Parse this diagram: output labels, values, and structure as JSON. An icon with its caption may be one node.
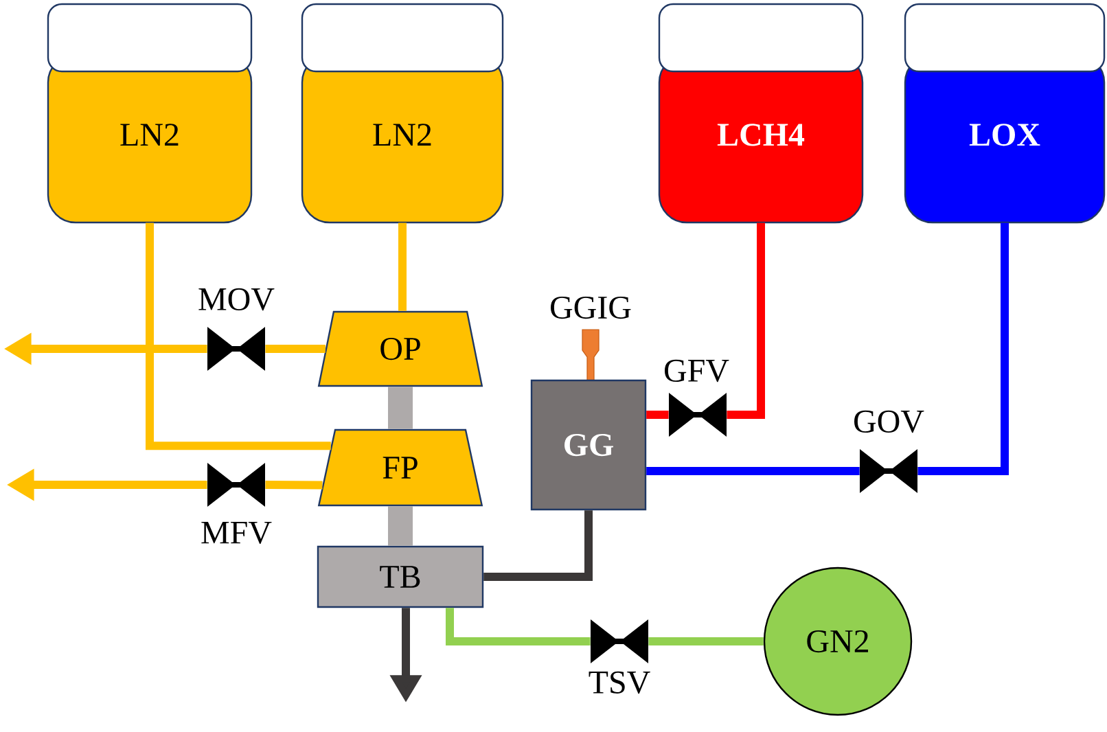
{
  "diagram": {
    "nodes": [
      {
        "text": [
          "LN2"
        ]
      },
      {
        "text": [
          "LN2"
        ]
      },
      {
        "text": [
          "LCH4"
        ]
      },
      {
        "text": [
          "LOX"
        ]
      },
      {
        "text": [],
        "shape": "valve",
        "beside": [
          "MOV"
        ]
      },
      {
        "text": [],
        "shape": "igniter",
        "beside": [
          "GGIG"
        ]
      },
      {
        "text": [
          "OP"
        ]
      },
      {
        "text": [],
        "shape": "valve",
        "beside": [
          "GFV"
        ]
      },
      {
        "text": [
          "GG"
        ]
      },
      {
        "text": [
          "FP"
        ]
      },
      {
        "text": [],
        "shape": "valve",
        "beside": [
          "GOV"
        ]
      },
      {
        "text": [],
        "shape": "valve",
        "beside": [
          "MFV"
        ]
      },
      {
        "text": [
          "TB"
        ]
      },
      {
        "text": [],
        "shape": "valve",
        "beside": [
          "TSV"
        ]
      },
      {
        "text": [
          "GN2"
        ]
      }
    ],
    "edges": [
      {
        "from": 0,
        "to": 9,
        "arrow": "none"
      },
      {
        "from": 1,
        "to": 6,
        "arrow": "none"
      },
      {
        "from": 6,
        "to": 4,
        "arrow": "none"
      },
      {
        "from": 4,
        "to": null,
        "arrow": "to"
      },
      {
        "from": 9,
        "to": 11,
        "arrow": "none"
      },
      {
        "from": 11,
        "to": null,
        "arrow": "to"
      },
      {
        "from": 6,
        "to": 9,
        "arrow": "none",
        "style": "thick",
        "color": "#aeaaaa"
      },
      {
        "from": 9,
        "to": 12,
        "arrow": "none",
        "style": "thick",
        "color": "#aeaaaa"
      },
      {
        "from": 2,
        "to": 7,
        "arrow": "none",
        "color": "#ff0000"
      },
      {
        "from": 7,
        "to": 8,
        "arrow": "none",
        "color": "#ff0000"
      },
      {
        "from": 3,
        "to": 10,
        "arrow": "none",
        "color": "#0000ff"
      },
      {
        "from": 10,
        "to": 8,
        "arrow": "none",
        "color": "#0000ff"
      },
      {
        "from": 8,
        "to": 12,
        "arrow": "none",
        "color": "#3b3838"
      },
      {
        "from": 12,
        "to": null,
        "arrow": "to",
        "color": "#3b3838"
      },
      {
        "from": 14,
        "to": 13,
        "arrow": "none",
        "color": "#92d050"
      },
      {
        "from": 13,
        "to": 12,
        "arrow": "none",
        "color": "#92d050"
      }
    ]
  }
}
